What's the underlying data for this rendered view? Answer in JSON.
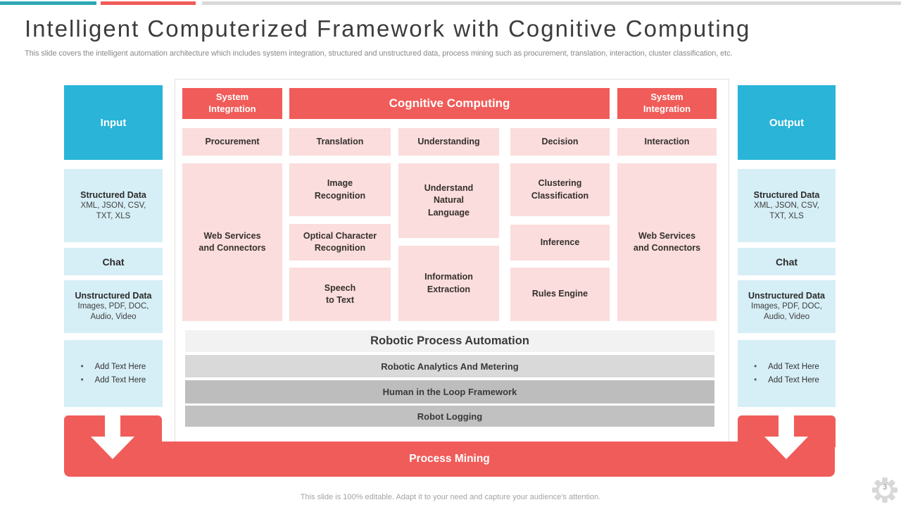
{
  "slide": {
    "title": "Intelligent Computerized Framework with Cognitive Computing",
    "subtitle": "This slide covers the intelligent automation architecture which includes system integration, structured and unstructured data, process mining such as procurement, translation, interaction, cluster classification, etc.",
    "footer": "This slide is 100% editable. Adapt it to your need and capture your audience's attention.",
    "page_number": "3"
  },
  "colors": {
    "accent_teal": "#2ea7b6",
    "accent_red": "#f05c59",
    "accent_gray": "#d9d9d9",
    "cyan_header": "#29b4d8",
    "light_blue_box": "#d6eef6",
    "pink_box": "#fadddc",
    "gray_bars": [
      "#f2f2f2",
      "#d9d9d9",
      "#bdbdbd",
      "#c1c1c1"
    ]
  },
  "input_column": {
    "header": "Input",
    "structured": {
      "title": "Structured Data",
      "subtitle": "XML, JSON, CSV,\nTXT, XLS"
    },
    "chat": "Chat",
    "unstructured": {
      "title": "Unstructured Data",
      "subtitle": "Images, PDF, DOC,\nAudio, Video"
    },
    "bullets": [
      "Add Text Here",
      "Add Text Here"
    ]
  },
  "output_column": {
    "header": "Output",
    "structured": {
      "title": "Structured Data",
      "subtitle": "XML, JSON, CSV,\nTXT, XLS"
    },
    "chat": "Chat",
    "unstructured": {
      "title": "Unstructured Data",
      "subtitle": "Images, PDF, DOC,\nAudio, Video"
    },
    "bullets": [
      "Add Text Here",
      "Add Text Here"
    ]
  },
  "framework": {
    "system_integration_left": "System\nIntegration",
    "cognitive_computing": "Cognitive Computing",
    "system_integration_right": "System\nIntegration",
    "row_labels": [
      "Procurement",
      "Translation",
      "Understanding",
      "Decision",
      "Interaction"
    ],
    "web_services_left": "Web Services\nand Connectors",
    "col2": [
      "Image\nRecognition",
      "Optical Character\nRecognition",
      "Speech\nto Text"
    ],
    "col3": [
      "Understand\nNatural\nLanguage",
      "Information\nExtraction"
    ],
    "col4": [
      "Clustering\nClassification",
      "Inference",
      "Rules Engine"
    ],
    "web_services_right": "Web Services\nand Connectors",
    "bars": [
      "Robotic Process Automation",
      "Robotic Analytics And Metering",
      "Human in the Loop Framework",
      "Robot Logging"
    ]
  },
  "process_mining": {
    "label": "Process Mining"
  }
}
